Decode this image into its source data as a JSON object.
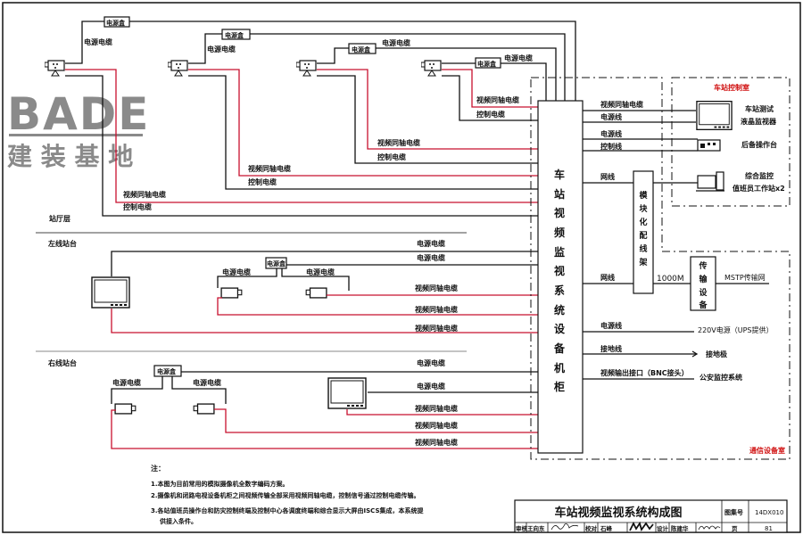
{
  "logo": {
    "brand": "BADE",
    "subtitle": "建 装 基 地"
  },
  "colors": {
    "video_cable": "#c8102e",
    "room_label": "#d01010",
    "logo_gray": "#8a8a8a",
    "logo_accent": "#e0313a"
  },
  "labels": {
    "power_box": "电源盒",
    "power_cable": "电源电缆",
    "video_coax": "视频同轴电缆",
    "control_cable": "控制电缆"
  },
  "areas": {
    "hall": "站厅层",
    "left_platform": "左线站台",
    "right_platform": "右线站台",
    "control_room": "车站控制室",
    "comm_room": "通信设备室"
  },
  "cabinet": {
    "chars": [
      "车",
      "站",
      "视",
      "频",
      "监",
      "视",
      "系",
      "统",
      "设",
      "备",
      "机",
      "柜"
    ]
  },
  "patch_panel": {
    "chars": [
      "模",
      "块",
      "化",
      "配",
      "线",
      "架"
    ]
  },
  "transmission": {
    "chars": [
      "传",
      "输",
      "设",
      "备"
    ]
  },
  "right_side": {
    "video_coax": "视频同轴电缆",
    "power_line": "电源线",
    "power_line2": "电源线",
    "control_line": "控制线",
    "network_line": "网线",
    "network_line2": "网线",
    "speed": "1000M",
    "mstp": "MSTP传输网",
    "power_line3": "电源线",
    "ups": "220V电源（UPS提供）",
    "ground_line": "接地线",
    "ground_rod": "接地极",
    "bnc": "视频输出接口（BNC接头）",
    "police": "公安监控系统",
    "monitor_1": "车站测试",
    "monitor_2": "液晶监视器",
    "console": "后备操作台",
    "workstation_1": "综合监控",
    "workstation_2": "值班员工作站x2"
  },
  "notes": {
    "heading": "注：",
    "items": [
      "1.本图为目前常用的模拟摄像机全数字编码方案。",
      "2.摄像机和闭路电视设备机柜之间视频传输全部采用视频同轴电缆，控制信号通过控制电缆传输。",
      "3.各站值班员操作台和防灾控制终端及控制中心各调度终端和综合显示大屏由ISCS集成，本系统提",
      "供接入条件。"
    ]
  },
  "title_block": {
    "title": "车站视频监视系统构成图",
    "atlas_label": "图集号",
    "atlas_no": "14DX010",
    "review_label": "审核",
    "reviewer": "王向东",
    "check_label": "校对",
    "checker": "石峰",
    "design_label": "设计",
    "designer": "陈建华",
    "page_label": "页",
    "page_no": "81"
  }
}
